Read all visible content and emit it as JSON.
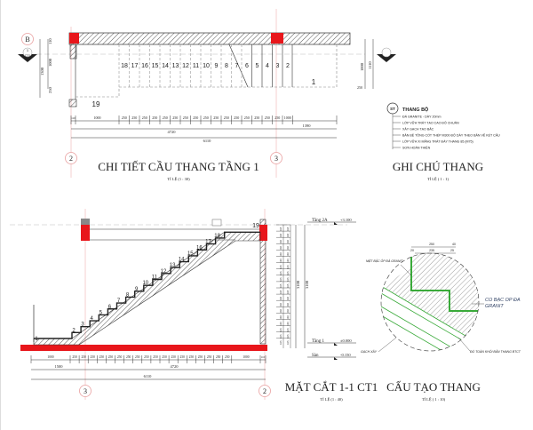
{
  "plan": {
    "title": "CHI TIẾT CẦU THANG TẦNG 1",
    "scale": "TỈ LỆ (1 : 30)",
    "axis_left": "2",
    "axis_right": "3",
    "axis_row": "B",
    "section_mark": "1",
    "section_ref": "CT1",
    "steps": [
      "18",
      "17",
      "16",
      "15",
      "14",
      "13",
      "12",
      "11",
      "10",
      "9",
      "8",
      "7",
      "6",
      "5",
      "4",
      "3",
      "2"
    ],
    "step_landing": "1",
    "step_top": "19",
    "dims_row1": [
      "110",
      "1000",
      "250",
      "250",
      "250",
      "250",
      "250",
      "250",
      "250",
      "250",
      "250",
      "250",
      "250",
      "250",
      "250",
      "250",
      "250",
      "250",
      "1000"
    ],
    "dim_4720": "4720",
    "dim_1390": "1390",
    "dim_6110": "6110",
    "dims_left": [
      "1300",
      "1000",
      "250",
      "110"
    ],
    "dims_right": [
      "1000",
      "1110",
      "250"
    ]
  },
  "notes": {
    "tag": "ST",
    "title": "THANG BỘ",
    "items": [
      "ĐÁ GRANITE - DÀY 20mm",
      "LỚP VỮA TRÁT TẠO CAO ĐỘ CHUẨN",
      "XÂY GẠCH TẠO BẬC",
      "BẢN BÊ TÔNG CỐT THÉP M300 ĐỘ DÀY THEO BẢN VẼ KẾT CẤU",
      "LỚP VỮA XI MĂNG TRÁT ĐÁY THANG 85 (M75)",
      "SƠN HOÀN THIỆN"
    ],
    "caption": "GHI CHÚ THANG",
    "scale": "TỈ LỆ ( 1 : 1)"
  },
  "section": {
    "title": "MẶT CẮT 1-1 CT1",
    "scale": "TỈ LỆ (1 : 40)",
    "steps": [
      "1",
      "2",
      "3",
      "4",
      "5",
      "6",
      "7",
      "8",
      "9",
      "10",
      "11",
      "12",
      "13",
      "14",
      "15",
      "16",
      "17",
      "18",
      "19"
    ],
    "levels": [
      {
        "name": "Tầng 2A",
        "value": "+3.100"
      },
      {
        "name": "Tầng 1",
        "value": "±0.000"
      },
      {
        "name": "Sàn",
        "value": "-0.150"
      }
    ],
    "dims_row1": [
      "1000",
      "250",
      "250",
      "250",
      "250",
      "250",
      "250",
      "250",
      "250",
      "250",
      "250",
      "250",
      "250",
      "250",
      "250",
      "250",
      "250",
      "250",
      "250",
      "1000",
      "110"
    ],
    "dim_1500": "1500",
    "dim_4720": "4720",
    "dim_6110": "6110",
    "dim_riser": "165",
    "dim_total_a": "3100",
    "dim_total_b": "3100",
    "axis_left": "3",
    "axis_right": "2"
  },
  "detail": {
    "title": "CẤU TẠO THANG",
    "scale": "TỈ LỆ ( 1 : 10)",
    "dims": [
      "250",
      "40",
      "20",
      "235",
      "25"
    ],
    "labels": [
      "MẶT BẬC ỐP ĐÁ GRANIT",
      "CỔ BẬC ỐP ĐÁ GRANIT",
      "GẠCH XÂY",
      "ĐỔ TOÀN KHỐI BẢN THANG BTCT"
    ]
  },
  "colors": {
    "concrete": "#e8161b",
    "line": "#222222",
    "hatch": "#555555",
    "detail_green": "#3aaa3a"
  }
}
